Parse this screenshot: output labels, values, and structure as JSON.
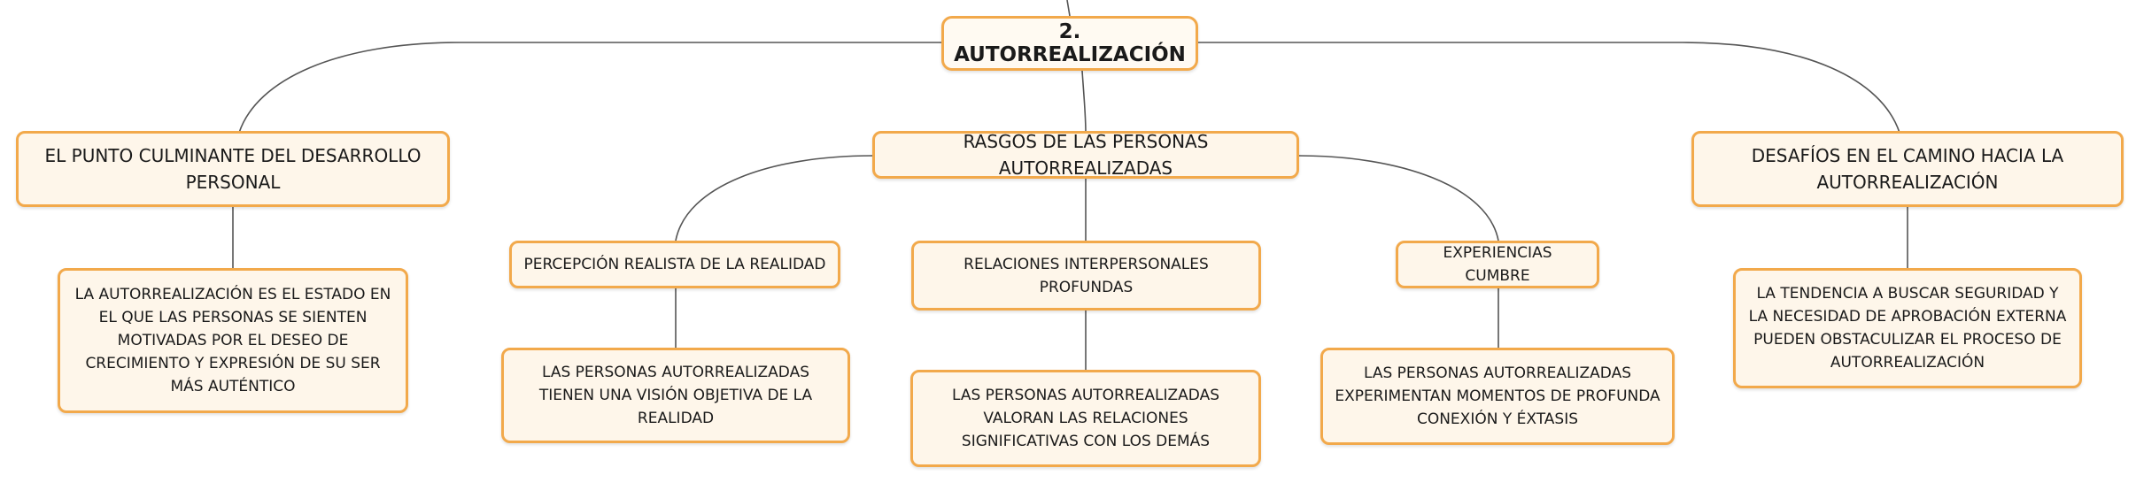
{
  "root": {
    "label": "2. AUTORREALIZACIÓN"
  },
  "branches": {
    "left": {
      "label": "EL PUNTO CULMINANTE DEL DESARROLLO PERSONAL",
      "detail": "LA AUTORREALIZACIÓN ES EL ESTADO EN EL QUE LAS PERSONAS SE SIENTEN MOTIVADAS POR EL DESEO DE CRECIMIENTO Y EXPRESIÓN DE SU SER MÁS AUTÉNTICO"
    },
    "center": {
      "label": "RASGOS DE LAS PERSONAS AUTORREALIZADAS",
      "subtopics": [
        {
          "label": "PERCEPCIÓN REALISTA DE LA REALIDAD",
          "detail": "LAS PERSONAS AUTORREALIZADAS TIENEN UNA VISIÓN OBJETIVA DE LA REALIDAD"
        },
        {
          "label": "RELACIONES INTERPERSONALES PROFUNDAS",
          "detail": "LAS PERSONAS AUTORREALIZADAS VALORAN LAS RELACIONES SIGNIFICATIVAS CON LOS DEMÁS"
        },
        {
          "label": "EXPERIENCIAS CUMBRE",
          "detail": "LAS PERSONAS AUTORREALIZADAS EXPERIMENTAN MOMENTOS DE PROFUNDA CONEXIÓN Y ÉXTASIS"
        }
      ]
    },
    "right": {
      "label": "DESAFÍOS EN EL CAMINO HACIA LA AUTORREALIZACIÓN",
      "detail": "LA TENDENCIA A BUSCAR SEGURIDAD Y LA NECESIDAD DE APROBACIÓN EXTERNA PUEDEN OBSTACULIZAR EL PROCESO DE AUTORREALIZACIÓN"
    }
  },
  "colors": {
    "node_border": "#f2a94b",
    "node_fill": "#fef6ea",
    "connector": "#555555",
    "text": "#1a1a1a"
  }
}
